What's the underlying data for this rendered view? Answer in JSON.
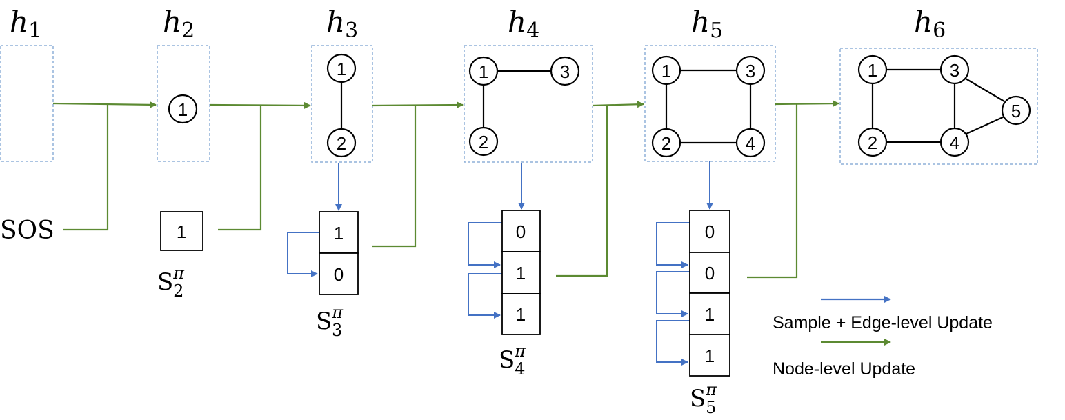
{
  "colors": {
    "green": "#5c8a32",
    "blue": "#4472c4",
    "box_border": "#8fb0d8",
    "ink": "#000000"
  },
  "hidden_states": [
    {
      "base": "h",
      "sub": "1"
    },
    {
      "base": "h",
      "sub": "2"
    },
    {
      "base": "h",
      "sub": "3"
    },
    {
      "base": "h",
      "sub": "4"
    },
    {
      "base": "h",
      "sub": "5"
    },
    {
      "base": "h",
      "sub": "6"
    }
  ],
  "graphs": [
    {
      "nodes": [],
      "edges": []
    },
    {
      "nodes": [
        "1"
      ],
      "edges": []
    },
    {
      "nodes": [
        "1",
        "2"
      ],
      "edges": [
        [
          "1",
          "2"
        ]
      ]
    },
    {
      "nodes": [
        "1",
        "2",
        "3"
      ],
      "edges": [
        [
          "1",
          "3"
        ],
        [
          "1",
          "2"
        ]
      ]
    },
    {
      "nodes": [
        "1",
        "2",
        "3",
        "4"
      ],
      "edges": [
        [
          "1",
          "3"
        ],
        [
          "1",
          "2"
        ],
        [
          "3",
          "4"
        ],
        [
          "2",
          "4"
        ]
      ]
    },
    {
      "nodes": [
        "1",
        "2",
        "3",
        "4",
        "5"
      ],
      "edges": [
        [
          "1",
          "3"
        ],
        [
          "1",
          "2"
        ],
        [
          "3",
          "4"
        ],
        [
          "2",
          "4"
        ],
        [
          "3",
          "5"
        ],
        [
          "4",
          "5"
        ]
      ]
    }
  ],
  "sos_label": "SOS",
  "sequences": [
    {
      "base": "S",
      "sup": "π",
      "sub": "2",
      "values": [
        "1"
      ]
    },
    {
      "base": "S",
      "sup": "π",
      "sub": "3",
      "values": [
        "1",
        "0"
      ]
    },
    {
      "base": "S",
      "sup": "π",
      "sub": "4",
      "values": [
        "0",
        "1",
        "1"
      ]
    },
    {
      "base": "S",
      "sup": "π",
      "sub": "5",
      "values": [
        "0",
        "0",
        "1",
        "1"
      ]
    }
  ],
  "legend": [
    {
      "color_key": "blue",
      "label": "Sample + Edge-level Update"
    },
    {
      "color_key": "green",
      "label": "Node-level Update"
    }
  ]
}
